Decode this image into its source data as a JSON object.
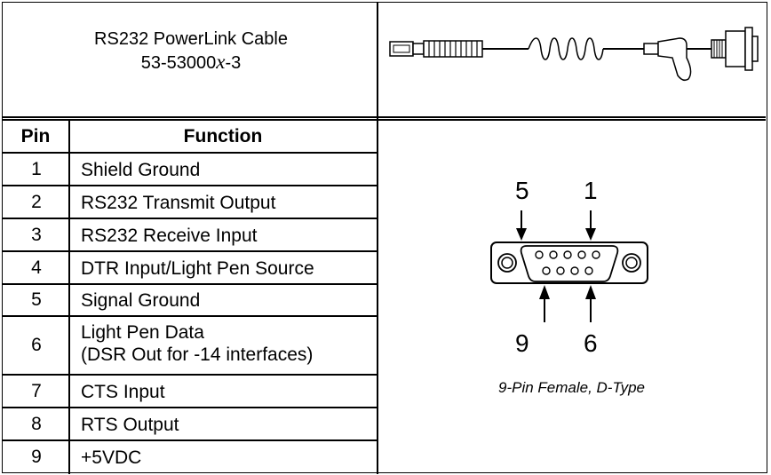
{
  "header": {
    "cable_name": "RS232 PowerLink Cable",
    "part_prefix": "53-53000",
    "part_variable": "x",
    "part_suffix": "-3"
  },
  "table": {
    "col_pin": "Pin",
    "col_function": "Function",
    "rows": [
      {
        "pin": "1",
        "function": "Shield Ground"
      },
      {
        "pin": "2",
        "function": "RS232 Transmit Output"
      },
      {
        "pin": "3",
        "function": "RS232 Receive Input"
      },
      {
        "pin": "4",
        "function": "DTR Input/Light Pen Source"
      },
      {
        "pin": "5",
        "function": "Signal Ground"
      },
      {
        "pin": "6",
        "function": "Light Pen Data",
        "function_line2": "(DSR Out for -14 interfaces)"
      },
      {
        "pin": "7",
        "function": "CTS Input"
      },
      {
        "pin": "8",
        "function": "RTS Output"
      },
      {
        "pin": "9",
        "function": "+5VDC"
      }
    ]
  },
  "connector": {
    "label_top_left": "5",
    "label_top_right": "1",
    "label_bottom_left": "9",
    "label_bottom_right": "6",
    "caption": "9-Pin Female, D-Type"
  }
}
